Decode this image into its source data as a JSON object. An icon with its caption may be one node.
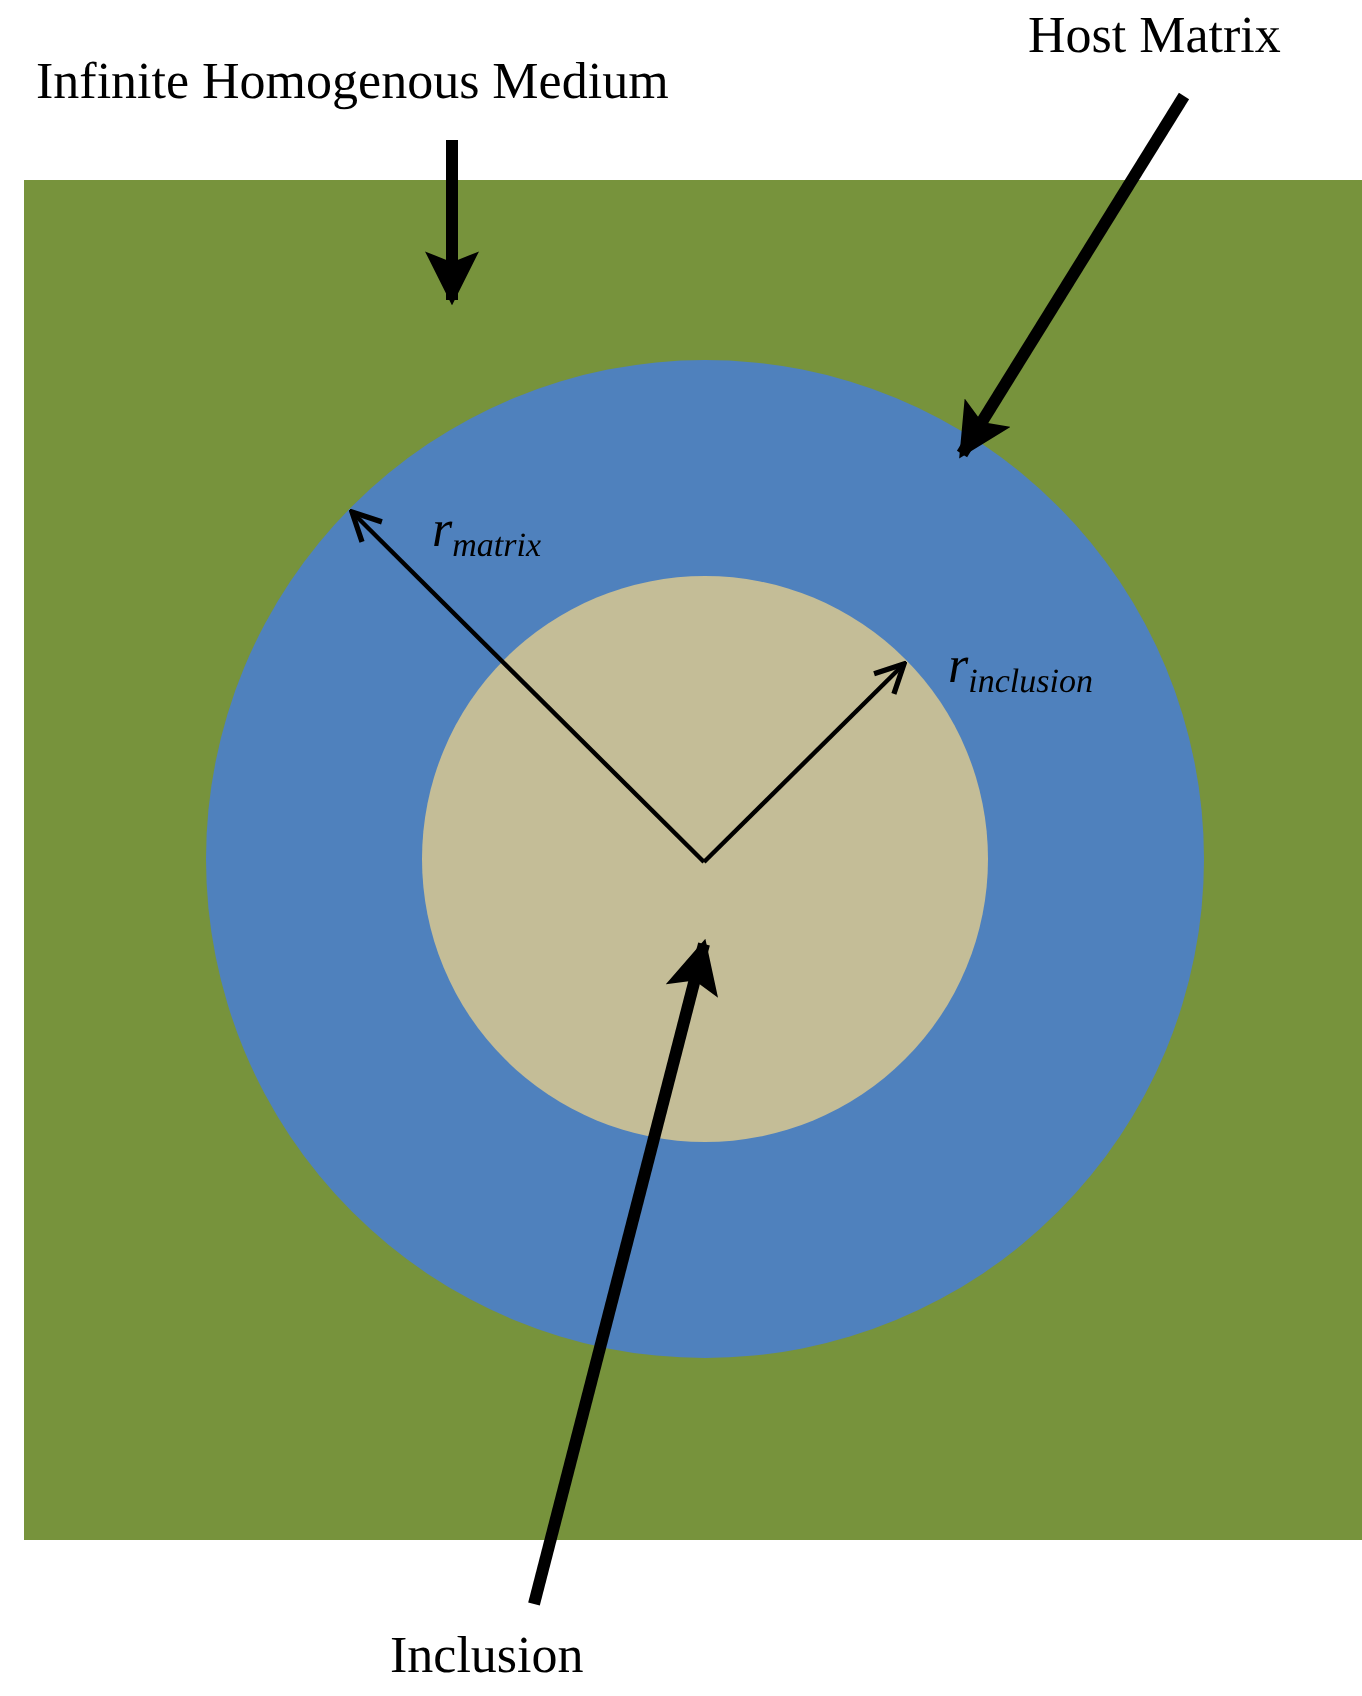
{
  "diagram": {
    "nodes": [
      {
        "text": [
          "Infinite Homogenous Medium"
        ]
      },
      {
        "text": [
          "Host Matrix"
        ]
      },
      {
        "text": [],
        "shape": "box"
      },
      {
        "text": [],
        "shape": "circle",
        "in": 2
      },
      {
        "text": [],
        "shape": "circle",
        "in": 3
      },
      {
        "text": [
          "Inclusion"
        ]
      }
    ],
    "edges": [
      {
        "from": 0,
        "to": 2,
        "arrow": "to"
      },
      {
        "from": 1,
        "to": 3,
        "arrow": "to"
      },
      {
        "from": 5,
        "to": 4,
        "arrow": "to"
      }
    ],
    "labels": [
      "r$_{matrix}$",
      "r$_{inclusion}$"
    ]
  }
}
